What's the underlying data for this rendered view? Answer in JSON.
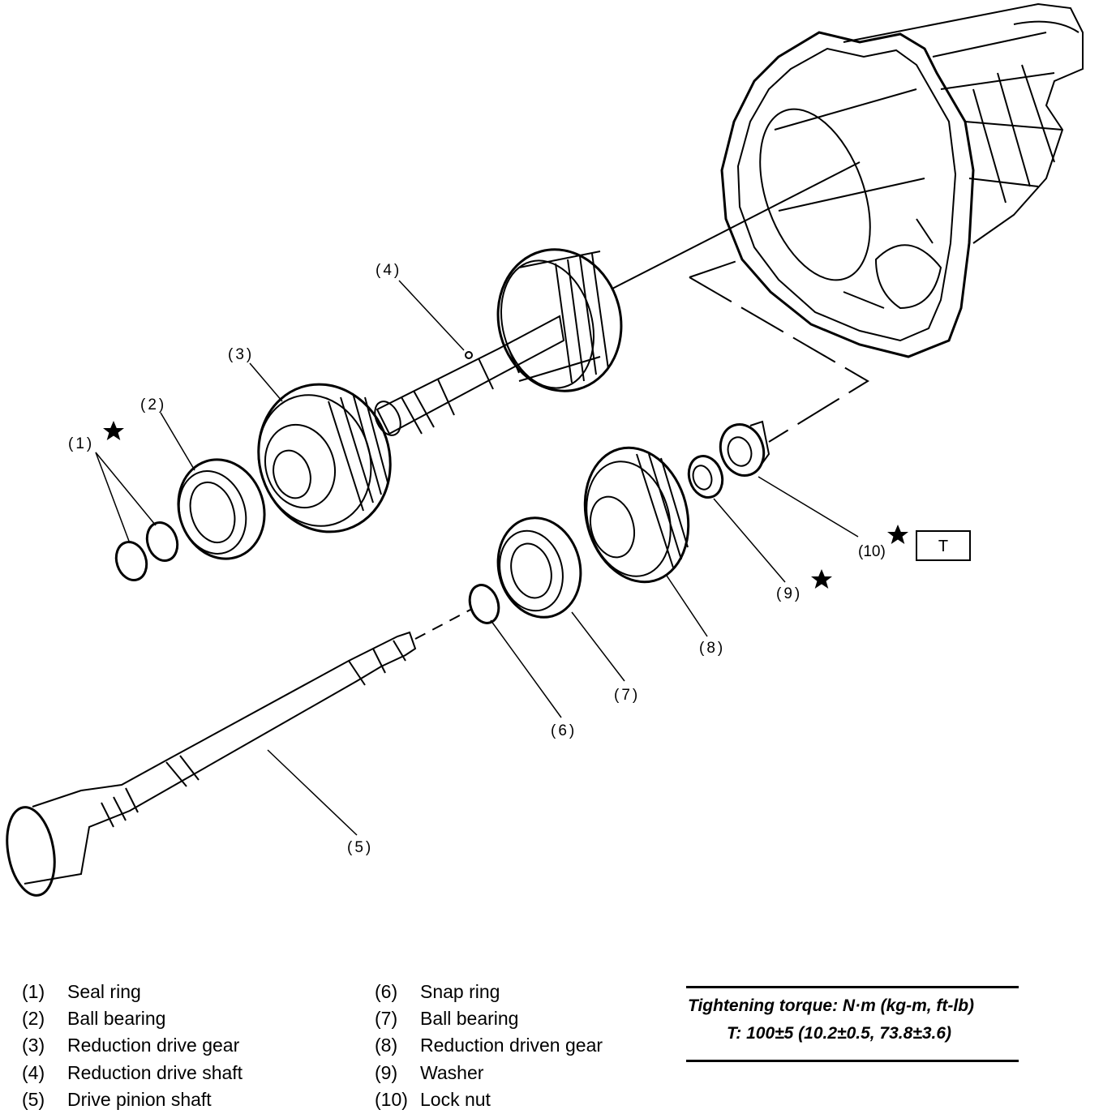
{
  "callouts": {
    "c1": "(1)",
    "c2": "(2)",
    "c3": "(3)",
    "c4": "(4)",
    "c5": "(5)",
    "c6": "(6)",
    "c7": "(7)",
    "c8": "(8)",
    "c9": "(9)",
    "c10": "(10)",
    "t_box": "T"
  },
  "legend": [
    {
      "num": "(1)",
      "name": "Seal ring"
    },
    {
      "num": "(2)",
      "name": "Ball bearing"
    },
    {
      "num": "(3)",
      "name": "Reduction drive gear"
    },
    {
      "num": "(4)",
      "name": "Reduction drive shaft"
    },
    {
      "num": "(5)",
      "name": "Drive pinion shaft"
    },
    {
      "num": "(6)",
      "name": "Snap ring"
    },
    {
      "num": "(7)",
      "name": "Ball bearing"
    },
    {
      "num": "(8)",
      "name": "Reduction driven gear"
    },
    {
      "num": "(9)",
      "name": "Washer"
    },
    {
      "num": "(10)",
      "name": "Lock nut"
    }
  ],
  "torque": {
    "heading": "Tightening torque: N·m (kg-m, ft-lb)",
    "value": "T: 100±5 (10.2±0.5, 73.8±3.6)"
  },
  "icons": {
    "replace_marker": "star-icon"
  }
}
